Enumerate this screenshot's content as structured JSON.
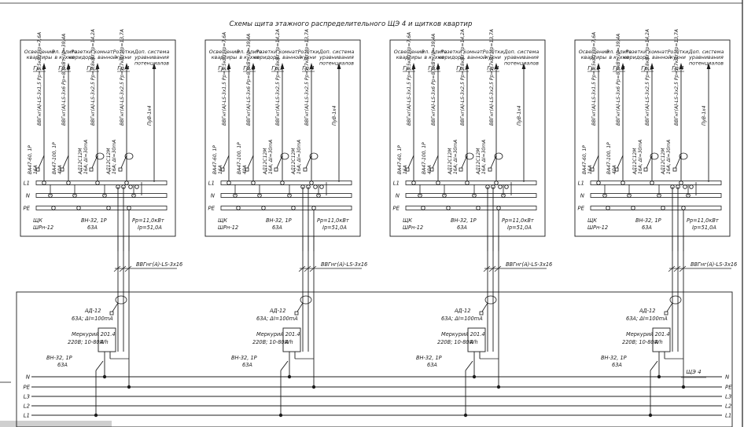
{
  "title": "Схемы щита этажного распределительного ЩЭ 4 и щитков квартир",
  "panels": [
    {
      "id": "p1"
    },
    {
      "id": "p2"
    },
    {
      "id": "p3"
    },
    {
      "id": "p4"
    }
  ],
  "apartment_panel": {
    "headings": [
      [
        "Освещение",
        "квартиры"
      ],
      [
        "Эл. плита",
        "в кухне"
      ],
      [
        "Розетки комнат,",
        "коридора, ванной"
      ],
      [
        "Розетки",
        "кухни"
      ],
      [
        "Доп. система",
        "уравнивания",
        "потенциалов"
      ]
    ],
    "groups": [
      "Гр.1",
      "Гр.2",
      "Гр.3",
      "Гр.4"
    ],
    "cables": [
      "ВВГнг(А)-LS-3х1,5  Рр=1,5кВт; Iр=7,6А",
      "ВВГнг(А)-LS-3х6  Рр=8,5кВт; Iр=39,4А",
      "ВВГнг(А)-LS-3х2,5  Рр=2,8кВт; Iр=14,2А",
      "ВВГнг(А)-LS-3х2,5  Рр=2,7кВт; Iр=13,7А",
      "ПуВ-1х4"
    ],
    "breaker1": [
      "ВА47-60, 1Р",
      "16А"
    ],
    "breaker2": [
      "ВА47-100, 1Р",
      "40А"
    ],
    "rcd": [
      "АД12С12М",
      "16А; ΔI=30mA"
    ],
    "buses": [
      "L1",
      "N",
      "PE"
    ],
    "panel_name": [
      "ЩК",
      "ШРн-12"
    ],
    "main_switch": [
      "ВН-32, 1Р",
      "63А"
    ],
    "power": [
      "Рр=11,0кВт",
      "Iр=51,0А"
    ],
    "riser_cable": "ВВГнг(А)-LS-3х16"
  },
  "floor_panel": {
    "rcd": [
      "АД-12",
      "63А; ΔI=100mA"
    ],
    "meter": [
      "Меркурий 201.4",
      "220В; 10-80А"
    ],
    "meter_symbol": "Wh",
    "switch": [
      "ВН-32, 1Р",
      "63А"
    ],
    "name": "ЩЭ 4",
    "buses": [
      "N",
      "PE",
      "L3",
      "L2",
      "L1"
    ]
  }
}
